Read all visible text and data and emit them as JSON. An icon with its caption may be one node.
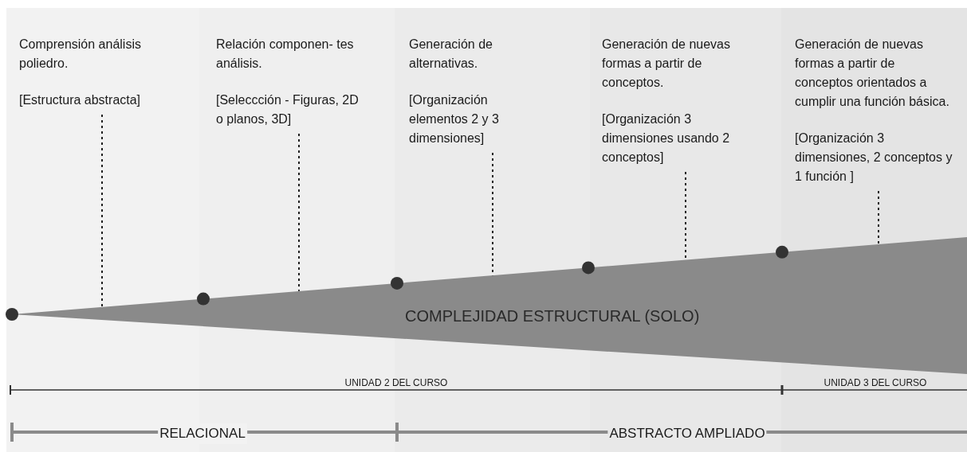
{
  "diagram": {
    "nodes": [
      {
        "text": [
          "Comprensión análisis poliedro.",
          "[Estructura abstracta]"
        ]
      },
      {
        "text": [
          "Relación componen- tes análisis.",
          "[Seleccción - Figuras, 2D o planos, 3D]"
        ]
      },
      {
        "text": [
          "Generación de alternativas.",
          "[Organización elementos 2 y 3 dimensiones]"
        ]
      },
      {
        "text": [
          "Generación de nuevas formas a partir de conceptos.",
          "[Organización 3 dimensiones usando 2 conceptos]"
        ]
      },
      {
        "text": [
          "Generación de nuevas formas a partir de conceptos orientados a cumplir una función básica.",
          "[Organización 3 dimensiones, 2 conceptos y 1 función ]"
        ]
      },
      {
        "text": [
          "COMPLEJIDAD ESTRUCTURAL (SOLO)"
        ]
      }
    ],
    "edges": [
      {
        "from": 0,
        "to": 5,
        "arrow": "none",
        "style": "dashed"
      },
      {
        "from": 1,
        "to": 5,
        "arrow": "none",
        "style": "dashed"
      },
      {
        "from": 2,
        "to": 5,
        "arrow": "none",
        "style": "dashed"
      },
      {
        "from": 3,
        "to": 5,
        "arrow": "none",
        "style": "dashed"
      },
      {
        "from": 4,
        "to": 5,
        "arrow": "none",
        "style": "dashed"
      }
    ],
    "labels": [
      "UNIDAD 2 DEL CURSO",
      "UNIDAD 3 DEL CURSO",
      "RELACIONAL",
      "ABSTRACTO AMPLIADO"
    ]
  }
}
